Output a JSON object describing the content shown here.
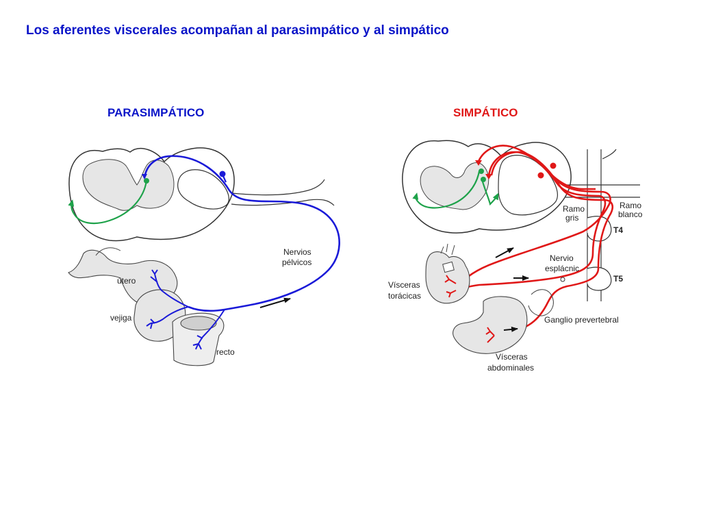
{
  "title": "Los aferentes viscerales acompañan al parasimpático y al simpático",
  "colors": {
    "title": "#0a14c8",
    "parasympathetic": "#1a1ad8",
    "sympathetic": "#e01818",
    "afferent_green": "#1ea24a",
    "tissue_fill": "#e6e6e6",
    "outline": "#333333"
  },
  "parasympathetic": {
    "heading": "PARASIMPÁTICO",
    "labels": {
      "nerves_line1": "Nervios",
      "nerves_line2": "pélvicos",
      "uterus": "útero",
      "bladder": "vejiga",
      "rectum": "recto"
    }
  },
  "sympathetic": {
    "heading": "SIMPÁTICO",
    "labels": {
      "gray_ramus_line1": "Ramo",
      "gray_ramus_line2": "gris",
      "white_ramus_line1": "Ramo",
      "white_ramus_line2": "blanco",
      "t4": "T4",
      "t5": "T5",
      "splanchnic_line1": "Nervio",
      "splanchnic_line2": "esplácnic",
      "thoracic_line1": "Vísceras",
      "thoracic_line2": "torácicas",
      "prevertebral": "Ganglio prevertebral",
      "abdominal_line1": "Vísceras",
      "abdominal_line2": "abdominales"
    }
  }
}
